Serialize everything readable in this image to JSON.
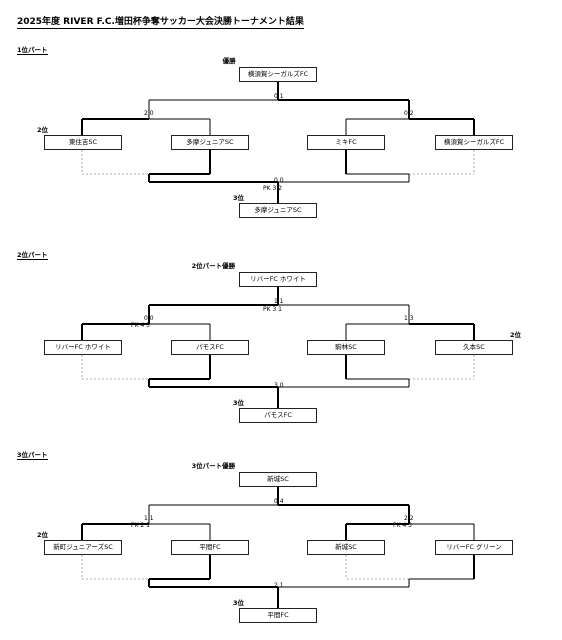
{
  "title": "2025年度 RIVER F.C.増田杯争奪サッカー大会決勝トーナメント結果",
  "sections": [
    {
      "label": "1位パート",
      "champion_label": "優勝",
      "champion": "横須賀シーガルズFC",
      "teams": [
        "東住吉SC",
        "多摩ジュニアSC",
        "ミキFC",
        "横須賀シーガルズFC"
      ],
      "final_score": "0 1",
      "final_pk": "",
      "semi1_score": "2 0",
      "semi1_pk": "",
      "semi2_score": "0 2",
      "semi2_pk": "",
      "third_score": "0 0",
      "third_pk": "PK 3 2",
      "second_label": "2位",
      "third_label": "3位",
      "third_place": "多摩ジュニアSC"
    },
    {
      "label": "2位パート",
      "champion_label": "2位パート優勝",
      "champion": "リバーFC ホワイト",
      "teams": [
        "リバーFC ホワイト",
        "パモスFC",
        "駒林SC",
        "久本SC"
      ],
      "final_score": "1 1",
      "final_pk": "PK 3 1",
      "semi1_score": "0 0",
      "semi1_pk": "PK 4 3",
      "semi2_score": "1 3",
      "semi2_pk": "",
      "third_score": "3 0",
      "third_pk": "",
      "second_label": "2位",
      "third_label": "3位",
      "third_place": "パモスFC"
    },
    {
      "label": "3位パート",
      "champion_label": "3位パート優勝",
      "champion": "新城SC",
      "teams": [
        "新町ジュニアーズSC",
        "平間FC",
        "新城SC",
        "リバーFC グリーン"
      ],
      "final_score": "0 4",
      "final_pk": "",
      "semi1_score": "1 1",
      "semi1_pk": "PK 2 1",
      "semi2_score": "2 2",
      "semi2_pk": "PK 4 3",
      "third_score": "2 1",
      "third_pk": "",
      "second_label": "2位",
      "third_label": "3位",
      "third_place": "平間FC"
    }
  ]
}
